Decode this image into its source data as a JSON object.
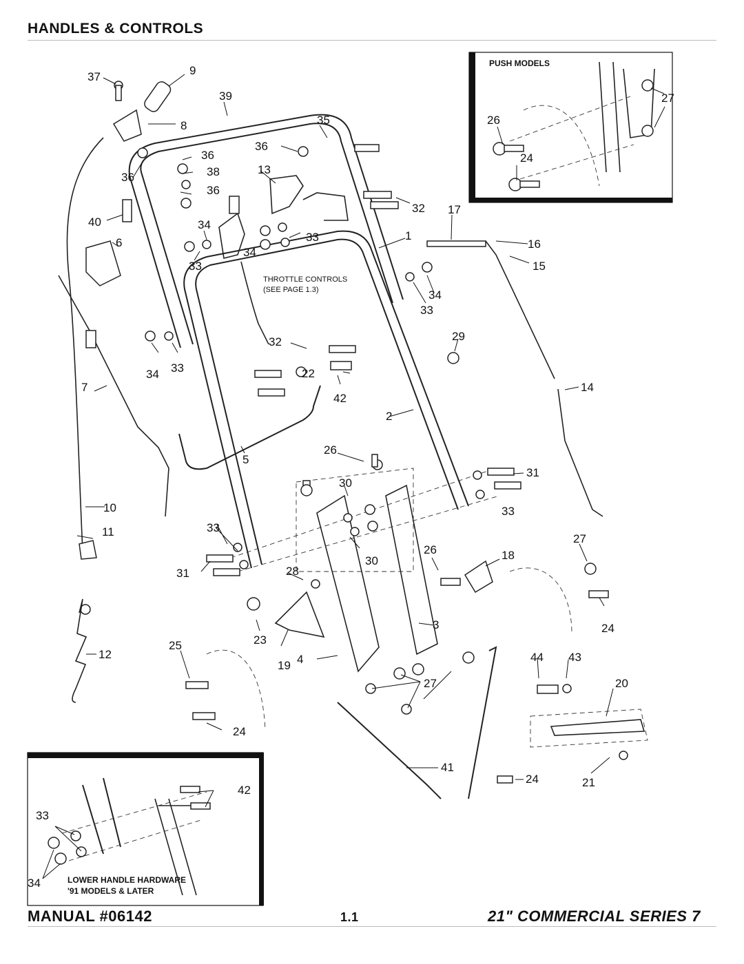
{
  "header": {
    "title": "HANDLES & CONTROLS"
  },
  "footer": {
    "manual": "MANUAL #06142",
    "page": "1.1",
    "series": "21\" COMMERCIAL SERIES 7"
  },
  "insets": {
    "push_models": {
      "title": "PUSH MODELS"
    },
    "lower_handle": {
      "line1": "LOWER HANDLE HARDWARE",
      "line2": "'91 MODELS & LATER"
    }
  },
  "note": {
    "line1": "THROTTLE CONTROLS",
    "line2": "(SEE PAGE 1.3)"
  },
  "callouts": {
    "c37": "37",
    "c9": "9",
    "c8": "8",
    "c39": "39",
    "c35": "35",
    "c36a": "36",
    "c36b": "36",
    "c38": "38",
    "c36c": "36",
    "c36d": "36",
    "c13": "13",
    "c32a": "32",
    "c17": "17",
    "c40": "40",
    "c34a": "34",
    "c6": "6",
    "c1": "1",
    "c33a": "33",
    "c16": "16",
    "c34b": "34",
    "c15": "15",
    "c33b": "33",
    "c34c": "34",
    "c33c": "33",
    "c29": "29",
    "c32b": "32",
    "c22": "22",
    "c42a": "42",
    "c34d": "34",
    "c33d": "33",
    "c7": "7",
    "c14": "14",
    "c2": "2",
    "c5": "5",
    "c26a": "26",
    "c31a": "31",
    "c30a": "30",
    "c33e": "33",
    "c10": "10",
    "c11": "11",
    "c33f": "33",
    "c30b": "30",
    "c27a": "27",
    "c26b": "26",
    "c18": "18",
    "c31b": "31",
    "c28": "28",
    "c3": "3",
    "c24a": "24",
    "c23": "23",
    "c25": "25",
    "c19": "19",
    "c4": "4",
    "c12": "12",
    "c44": "44",
    "c43": "43",
    "c20": "20",
    "c27b": "27",
    "c24b": "24",
    "c41": "41",
    "c24c": "24",
    "c21": "21",
    "c27c": "27",
    "c26c": "26",
    "c24d": "24",
    "c42b": "42",
    "c33g": "33",
    "c34e": "34"
  }
}
